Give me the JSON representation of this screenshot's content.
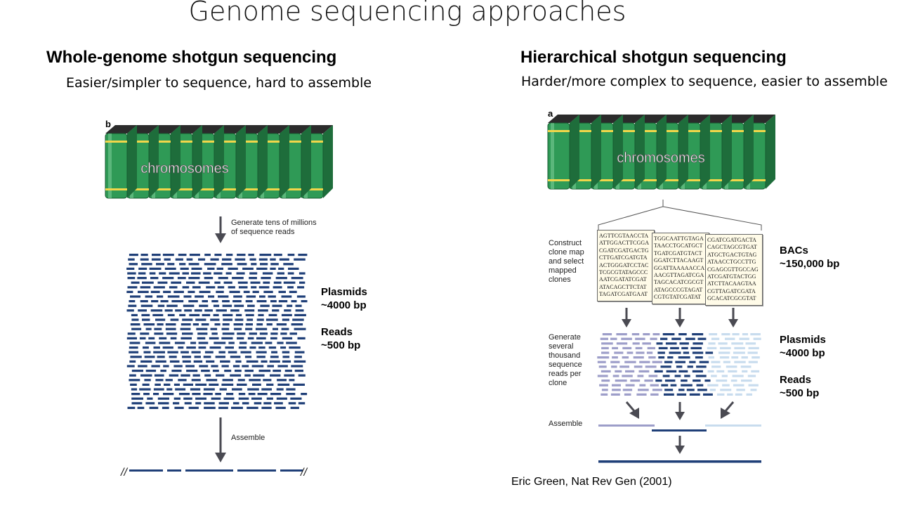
{
  "title": "Genome sequencing approaches",
  "left": {
    "heading": "Whole-genome shotgun sequencing",
    "subtitle": "Easier/simpler to sequence, hard to assemble",
    "panel_letter": "b",
    "books_label": "chromosomes",
    "step1": [
      "Generate tens of millions",
      "of sequence reads"
    ],
    "step2": "Assemble",
    "labels": {
      "plasmids": "Plasmids",
      "plasmids_size": "~4000 bp",
      "reads": "Reads",
      "reads_size": "~500 bp"
    },
    "break_mark": "//"
  },
  "right": {
    "heading": "Hierarchical shotgun sequencing",
    "subtitle": "Harder/more complex to sequence, easier to assemble",
    "panel_letter": "a",
    "books_label": "chromosomes",
    "step1": [
      "Construct",
      "clone map",
      "and select",
      "mapped",
      "clones"
    ],
    "step2": [
      "Generate",
      "several",
      "thousand",
      "sequence",
      "reads per",
      "clone"
    ],
    "step3": "Assemble",
    "labels": {
      "bacs": "BACs",
      "bacs_size": "~150,000 bp",
      "plasmids": "Plasmids",
      "plasmids_size": "~4000 bp",
      "reads": "Reads",
      "reads_size": "~500 bp"
    },
    "sequences": [
      [
        "AGTTCGTAACCTA",
        "ATTGGACTTCGGA",
        "CGATCGATGACTG",
        "CTTGATCGATGTA",
        "ACTGGGATCCTAC",
        "TCGCGTATAGCCC",
        "AATCGATATCGAT",
        "ATACAGCTTCTAT",
        "TAGATCGATGAAT"
      ],
      [
        "TGGCAATTGTAGA",
        "TAACCTGCATGCT",
        "TGATCGATGTACT",
        "GGATCTTACAAGT",
        "GGATTAAAAACCA",
        "AACGTTAGATCGA",
        "TAGCACATCGCGT",
        "ATAGCCCGTAGAT",
        "CGTGTATCGATAT"
      ],
      [
        "CGATCGATGACTA",
        "CAGCTAGCGTGAT",
        "ATGCTGACTGTAG",
        "ATAACCTGCCTTG",
        "CGAGCGTTGCCAG",
        "ATCGATGTACTGG",
        "ATCTTACAAGTAA",
        "CGTTAGATCGATA",
        "GCACATCGCGTAT"
      ]
    ]
  },
  "citation": "Eric Green, Nat Rev Gen (2001)",
  "colors": {
    "read_dark": "#1f3f78",
    "read_lavender": "#9d9ec9",
    "read_light": "#c8dcee",
    "book_green": "#2f9a56",
    "book_band": "#f1d64a",
    "arrow": "#4a4a52"
  }
}
